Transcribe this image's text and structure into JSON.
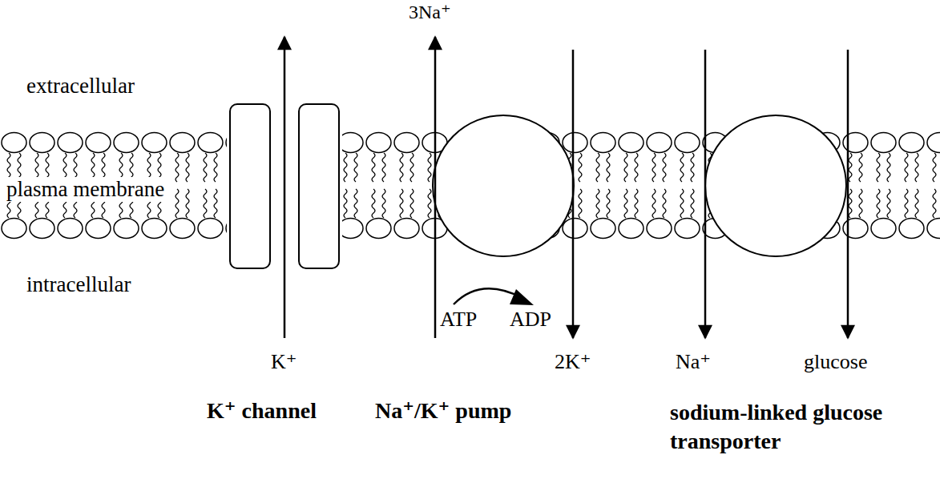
{
  "diagram": {
    "labels": [
      "3Na⁺",
      "extracellular",
      "plasma membrane",
      "intracellular",
      "K⁺",
      "ATP",
      "ADP",
      "2K⁺",
      "Na⁺",
      "glucose",
      "K⁺ channel",
      "Na⁺/K⁺ pump",
      "sodium-linked glucose transporter"
    ]
  }
}
